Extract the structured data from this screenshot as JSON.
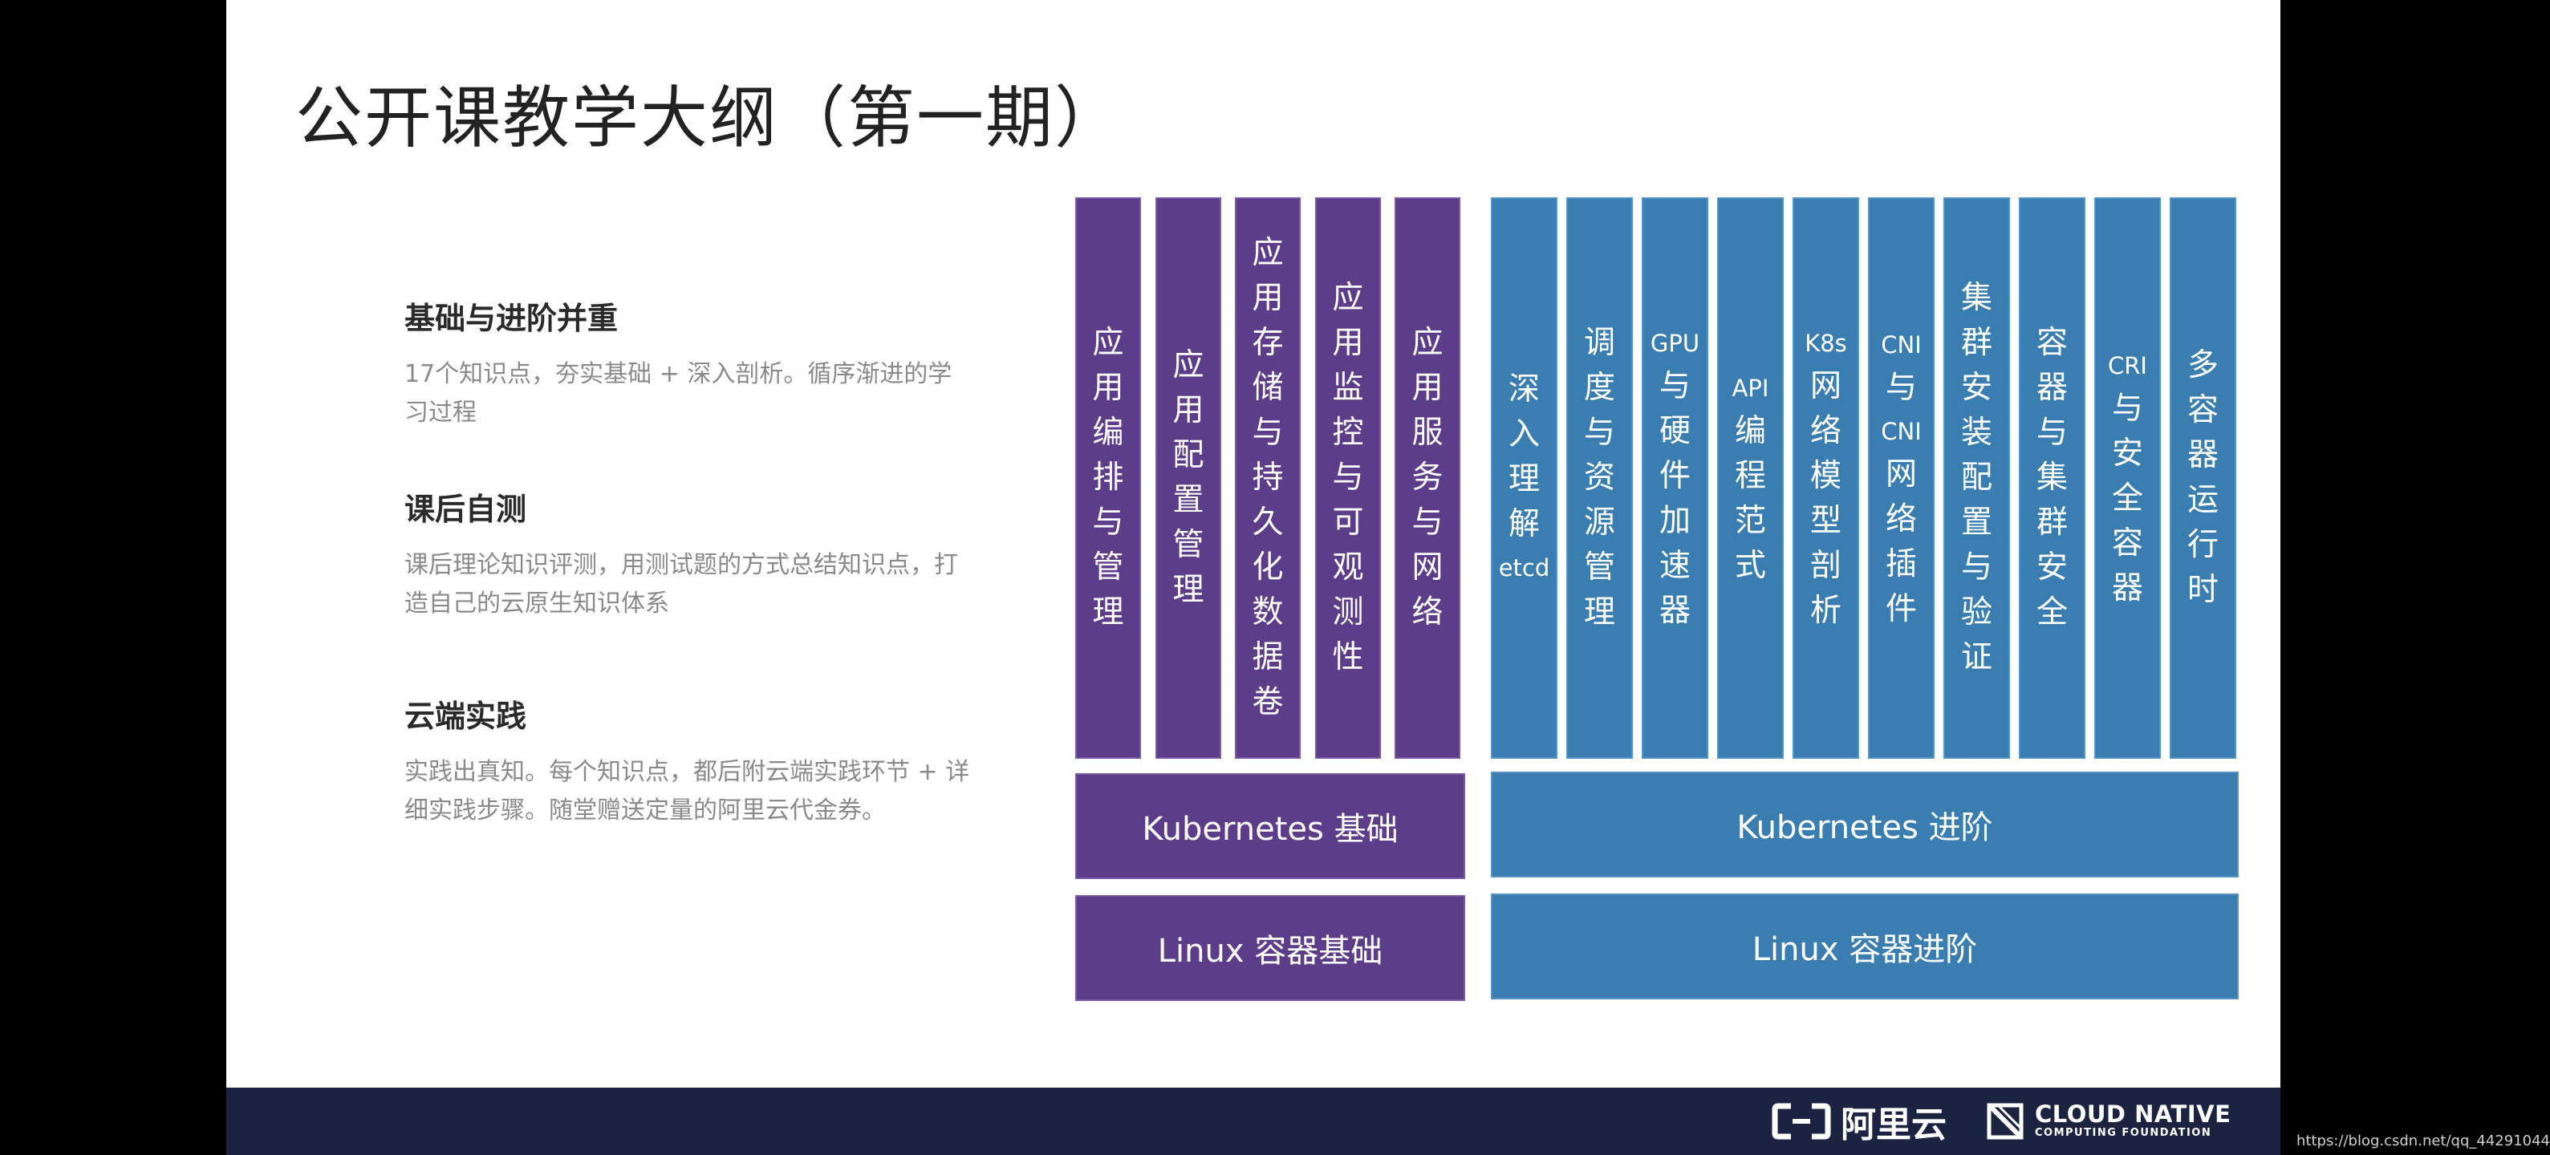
{
  "title": "公开课教学大纲（第一期）",
  "sections": [
    {
      "heading": "基础与进阶并重",
      "lines": [
        "17个知识点，夯实基础 + 深入剖析。循序渐进的学",
        "习过程"
      ]
    },
    {
      "heading": "课后自测",
      "lines": [
        "课后理论知识评测，用测试题的方式总结知识点，打",
        "造自己的云原生知识体系"
      ]
    },
    {
      "heading": "云端实践",
      "lines": [
        "实践出真知。每个知识点，都后附云端实践环节 + 详",
        "细实践步骤。随堂赠送定量的阿里云代金券。"
      ]
    }
  ],
  "basic_pillars": [
    {
      "label": "应用编排与管理"
    },
    {
      "label": "应用配置管理"
    },
    {
      "label": "应用存储与持久化数据卷"
    },
    {
      "label": "应用监控与可观测性"
    },
    {
      "label": "应用服务与网络"
    }
  ],
  "advanced_pillars": [
    {
      "label": "深入理解etcd"
    },
    {
      "label": "调度与资源管理"
    },
    {
      "label": "GPU与硬件加速器"
    },
    {
      "label": "API编程范式"
    },
    {
      "label": "K8s网络模型剖析"
    },
    {
      "label": "CNI与CNI网络插件"
    },
    {
      "label": "集群安装配置与验证"
    },
    {
      "label": "容器与集群安全"
    },
    {
      "label": "CRI与安全容器"
    },
    {
      "label": "多容器运行时"
    }
  ],
  "bars": {
    "k8s_basic": "Kubernetes 基础",
    "k8s_advanced": "Kubernetes 进阶",
    "linux_basic": "Linux 容器基础",
    "linux_advanced": "Linux 容器进阶"
  },
  "footer": {
    "aliyun_logo_text": "阿里云",
    "cncf_line1": "CLOUD NATIVE",
    "cncf_line2": "COMPUTING FOUNDATION"
  },
  "watermark": "https://blog.csdn.net/qq_44291044",
  "colors": {
    "basic": "#5c3d8a",
    "advanced": "#3a7db0",
    "footer": "#1b2340"
  }
}
